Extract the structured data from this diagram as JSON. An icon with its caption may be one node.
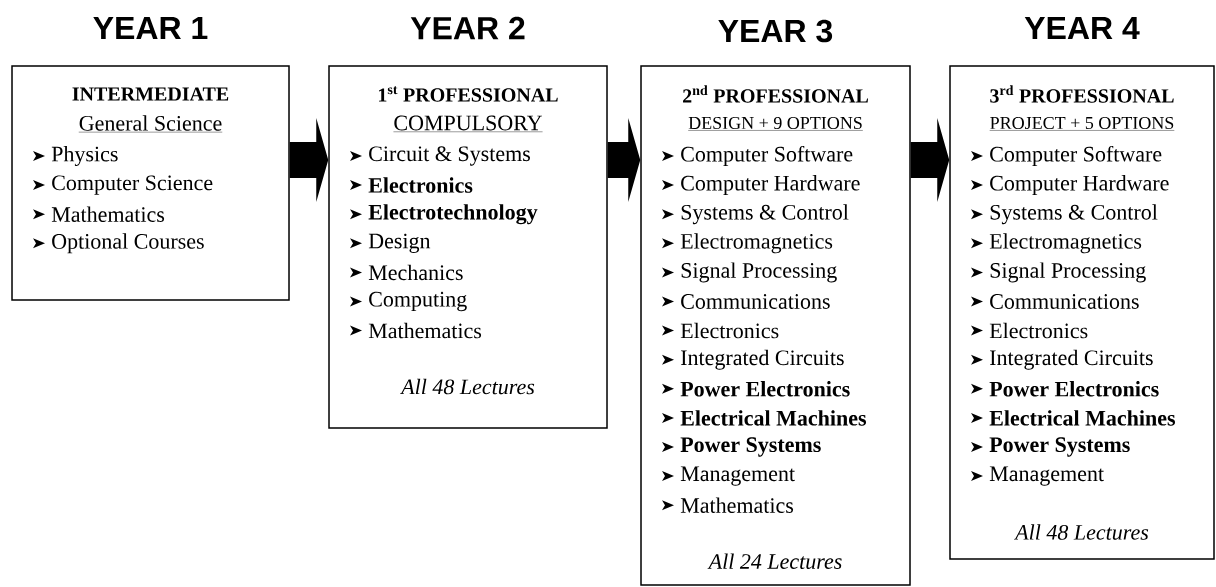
{
  "diagram": {
    "nodes": [
      {
        "text": [
          "YEAR 1",
          "INTERMEDIATE",
          "General Science",
          "Physics",
          "Computer Science",
          "Mathematics",
          "Optional Courses"
        ]
      },
      {
        "text": [
          "YEAR 2",
          "1$^{st}$ PROFESSIONAL",
          "COMPULSORY",
          "Circuit & Systems",
          "**Electronics**",
          "**Electrotechnology**",
          "Design",
          "Mechanics",
          "Computing",
          "Mathematics",
          "*All 48 Lectures*"
        ]
      },
      {
        "text": [
          "YEAR 3",
          "2$^{nd}$ PROFESSIONAL",
          "DESIGN + 9 OPTIONS",
          "Computer Software",
          "Computer Hardware",
          "Systems & Control",
          "Electromagnetics",
          "Signal Processing",
          "Communications",
          "Electronics",
          "Integrated Circuits",
          "**Power Electronics**",
          "**Electrical Machines**",
          "**Power Systems**",
          "Management",
          "Mathematics",
          "*All 24 Lectures*"
        ]
      },
      {
        "text": [
          "YEAR 4",
          "3$^{rd}$ PROFESSIONAL",
          "PROJECT + 5 OPTIONS",
          "Computer Software",
          "Computer Hardware",
          "Systems & Control",
          "Electromagnetics",
          "Signal Processing",
          "Communications",
          "Electronics",
          "Integrated Circuits",
          "**Power Electronics**",
          "**Electrical Machines**",
          "**Power Systems**",
          "Management",
          "*All 48 Lectures*"
        ]
      }
    ],
    "edges": [
      {
        "from": 0,
        "to": 1,
        "arrow": "to"
      },
      {
        "from": 1,
        "to": 2,
        "arrow": "to"
      },
      {
        "from": 2,
        "to": 3,
        "arrow": "to"
      }
    ]
  }
}
